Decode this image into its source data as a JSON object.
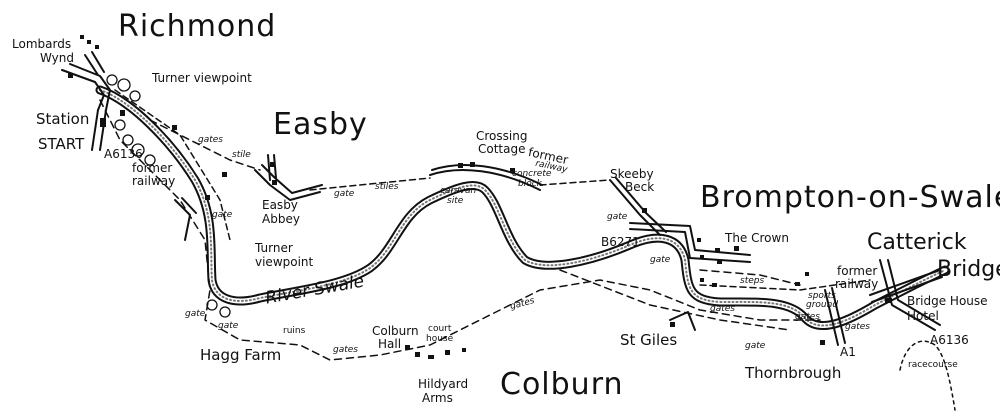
{
  "map": {
    "colors": {
      "ink": "#111111",
      "background": "#ffffff"
    },
    "towns": {
      "richmond": "Richmond",
      "easby": "Easby",
      "brompton": "Brompton-on-Swale",
      "catterick_bridge_1": "Catterick",
      "catterick_bridge_2": "Bridge",
      "colburn": "Colburn"
    },
    "labels": {
      "lombards_wynd_1": "Lombards",
      "lombards_wynd_2": "Wynd",
      "turner_viewpoint_top": "Turner viewpoint",
      "station": "Station",
      "start": "START",
      "a6136_west": "A6136",
      "former_railway_west_1": "former",
      "former_railway_west_2": "railway",
      "easby_abbey_1": "Easby",
      "easby_abbey_2": "Abbey",
      "turner_viewpoint_low_1": "Turner",
      "turner_viewpoint_low_2": "viewpoint",
      "river_swale": "River Swale",
      "crossing_cottage_1": "Crossing",
      "crossing_cottage_2": "Cottage",
      "former_railway_mid_1": "former",
      "former_railway_mid_2": "railway",
      "concrete_block_1": "concrete",
      "concrete_block_2": "block",
      "caravan_site_1": "caravan",
      "caravan_site_2": "site",
      "skeeby_beck_1": "Skeeby",
      "skeeby_beck_2": "Beck",
      "b6271": "B6271",
      "the_crown": "The Crown",
      "steps": "steps",
      "sports_ground_1": "sports",
      "sports_ground_2": "ground",
      "former_railway_east_1": "former",
      "former_railway_east_2": "railway",
      "bridge_house_hotel_1": "Bridge House",
      "bridge_house_hotel_2": "Hotel",
      "a6136_east": "A6136",
      "racecourse": "racecourse",
      "a1": "A1",
      "thornbrough": "Thornbrough",
      "st_giles": "St Giles",
      "colburn_hall_1": "Colburn",
      "colburn_hall_2": "Hall",
      "court_house_1": "court",
      "court_house_2": "house",
      "hildyard_arms_1": "Hildyard",
      "hildyard_arms_2": "Arms",
      "hagg_farm": "Hagg Farm",
      "ruins": "ruins",
      "stile": "stile",
      "stiles": "stiles",
      "gate": "gate",
      "gates": "gates"
    }
  }
}
